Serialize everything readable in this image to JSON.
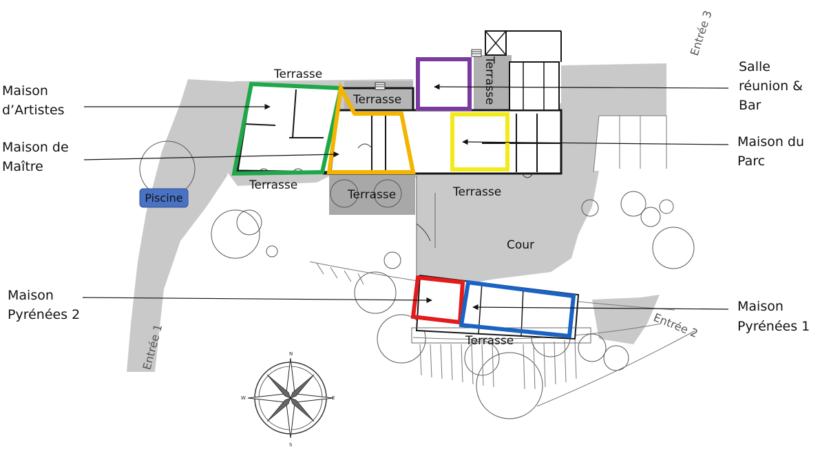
{
  "buildings": {
    "maison_artistes": {
      "line1": "Maison",
      "line2": "d’Artistes",
      "outline_color": "#1fa84a"
    },
    "maison_maitre": {
      "line1": "Maison de",
      "line2": "Maître",
      "outline_color": "#f5b400"
    },
    "salle_reunion": {
      "line1": "Salle",
      "line2": "réunion &",
      "line3": "Bar",
      "outline_color": "#7a3aa0"
    },
    "maison_parc": {
      "line1": "Maison du",
      "line2": "Parc",
      "outline_color": "#f2ea1a"
    },
    "maison_pyrenees_2": {
      "line1": "Maison",
      "line2": "Pyrénées 2",
      "outline_color": "#e31b1b"
    },
    "maison_pyrenees_1": {
      "line1": "Maison",
      "line2": "Pyrénées 1",
      "outline_color": "#1a63c2"
    }
  },
  "areas": {
    "terrasse": "Terrasse",
    "cour": "Cour",
    "piscine": "Piscine",
    "piscine_color": "#4a72c4"
  },
  "entrances": {
    "entree_1": "Entrée 1",
    "entree_2": "Entrée 2",
    "entree_3": "Entrée 3"
  },
  "compass": {
    "n": "N",
    "s": "S",
    "e": "E",
    "w": "W"
  },
  "colors": {
    "ground": "#c9c9c9",
    "shadow": "#a8a8a8",
    "walls": "#141414"
  },
  "icons": [
    "compass-rose-icon",
    "stair-icon",
    "door-icon",
    "tree-icon"
  ]
}
